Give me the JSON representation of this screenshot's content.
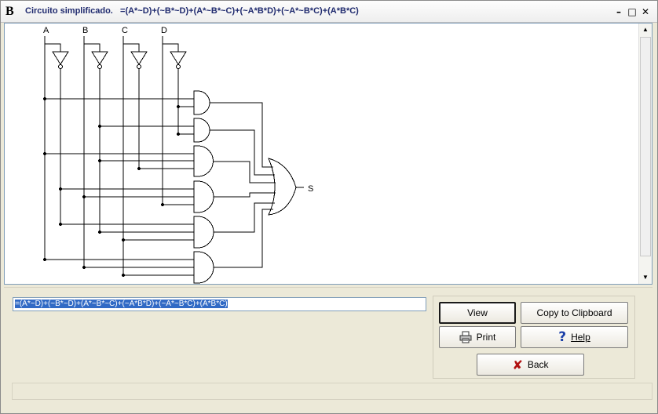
{
  "window": {
    "app_icon_letter": "B",
    "title": "Circuito simplificado.",
    "title_expression": "=(A*~D)+(~B*~D)+(A*~B*~C)+(~A*B*D)+(~A*~B*C)+(A*B*C)",
    "controls": {
      "minimize": "–",
      "maximize": "□",
      "close": "✕"
    }
  },
  "circuit": {
    "inputs": [
      "A",
      "B",
      "C",
      "D"
    ],
    "output": "S"
  },
  "expression_field": {
    "value": "=(A*~D)+(~B*~D)+(A*~B*~C)+(~A*B*D)+(~A*~B*C)+(A*B*C)"
  },
  "buttons": {
    "view": "View",
    "copy": "Copy to Clipboard",
    "print": "Print",
    "help": "Help",
    "back": "Back"
  },
  "icons": {
    "print": "printer-icon",
    "help": "question-mark-icon",
    "back": "red-x-icon"
  },
  "colors": {
    "title_text": "#1f2a6e",
    "selection": "#316ac5",
    "help_icon": "#1a3fa8",
    "back_icon": "#b01010"
  }
}
